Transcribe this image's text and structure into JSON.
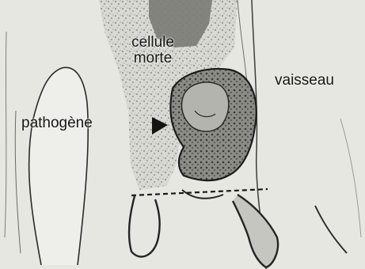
{
  "labels": {
    "dead_cell_line1": "cellule",
    "dead_cell_line2": "morte",
    "vessel": "vaisseau",
    "pathogen": "pathogène"
  },
  "colors": {
    "background": "#e9e9e4",
    "ink": "#161616"
  }
}
